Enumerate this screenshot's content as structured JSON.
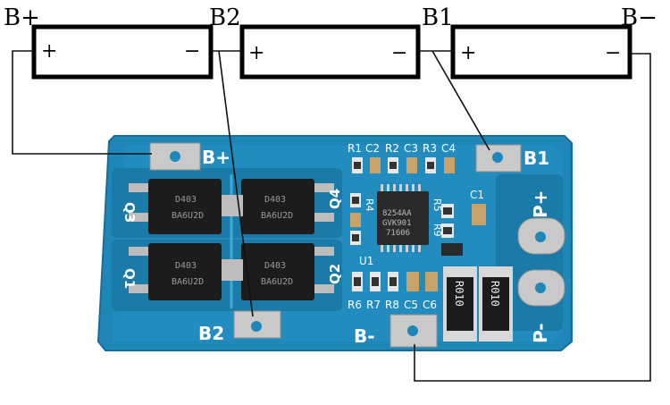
{
  "terminals": {
    "bplus": "B+",
    "b2": "B2",
    "b1": "B1",
    "bminus": "B−"
  },
  "cells": [
    {
      "plus": "+",
      "minus": "−"
    },
    {
      "plus": "+",
      "minus": "−"
    },
    {
      "plus": "+",
      "minus": "−"
    }
  ],
  "board": {
    "pad_bplus": "B+",
    "pad_b1": "B1",
    "pad_b2": "B2",
    "pad_bminus": "B-",
    "pad_pplus": "P+",
    "pad_pminus": "P-",
    "ref_top": [
      "R1",
      "C2",
      "R2",
      "C3",
      "R3",
      "C4"
    ],
    "ref_bottom": [
      "R6",
      "R7",
      "R8",
      "C5",
      "C6"
    ],
    "ref_c1": "C1",
    "ref_u1": "U1",
    "ref_r4": "R4",
    "ref_r5": "R5",
    "ref_r9": "R9",
    "ref_q1": "Q1",
    "ref_q2": "Q2",
    "ref_q3": "Q3",
    "ref_q4": "Q4",
    "chip_lines": [
      "8254AA",
      "GVK901",
      "71606"
    ],
    "mosfet_brand": "D403",
    "mosfet_part": "BA6U2D",
    "resistor_marking": "R010"
  },
  "colors": {
    "board": "#1f87b8",
    "board_edge": "#186e98",
    "pad": "#c9c9c9",
    "mosfet": "#1c1c1c",
    "wire": "#111111"
  }
}
